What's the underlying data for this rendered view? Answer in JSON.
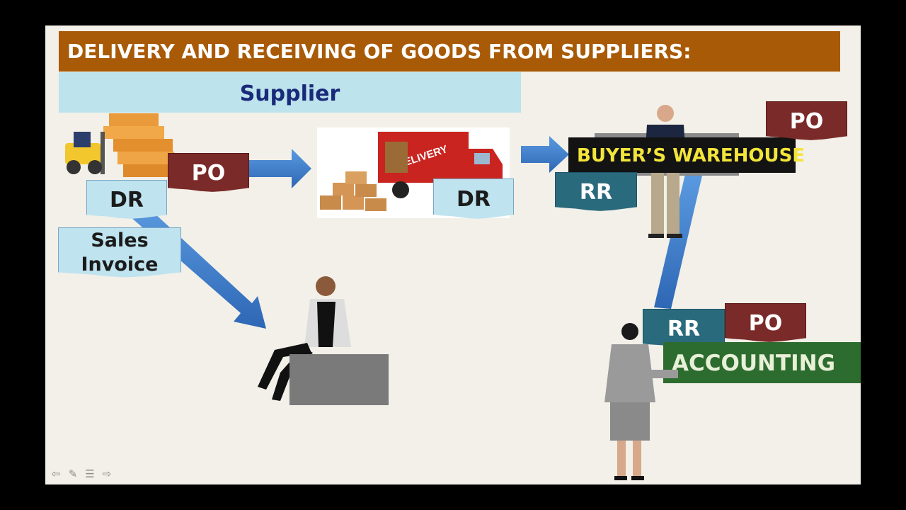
{
  "slide": {
    "title": "DELIVERY AND RECEIVING OF GOODS FROM SUPPLIERS:",
    "supplier_header": "Supplier",
    "supplier_docs": {
      "po": "PO",
      "dr": "DR",
      "sales_invoice_line1": "Sales",
      "sales_invoice_line2": "Invoice"
    },
    "truck_doc": {
      "dr": "DR",
      "truck_text": "DELIVERY"
    },
    "buyer": {
      "label": "BUYER’S WAREHOUSE",
      "po": "PO",
      "rr": "RR"
    },
    "accounting": {
      "label": "ACCOUNTING",
      "rr": "RR",
      "po": "PO"
    }
  },
  "colors": {
    "title_bar": "#a85a06",
    "supplier_bar": "#bde3ec",
    "po_tag": "#7a2a28",
    "rr_tag": "#2a6a7d",
    "buyer_label_bg": "#131313",
    "buyer_label_text": "#f3e53a",
    "accounting_bg": "#2d6c2f",
    "arrow": "#3f7fcf"
  },
  "controls": {
    "prev": "arrow-left-icon",
    "pen": "pen-icon",
    "menu": "menu-icon",
    "next": "arrow-right-icon"
  }
}
